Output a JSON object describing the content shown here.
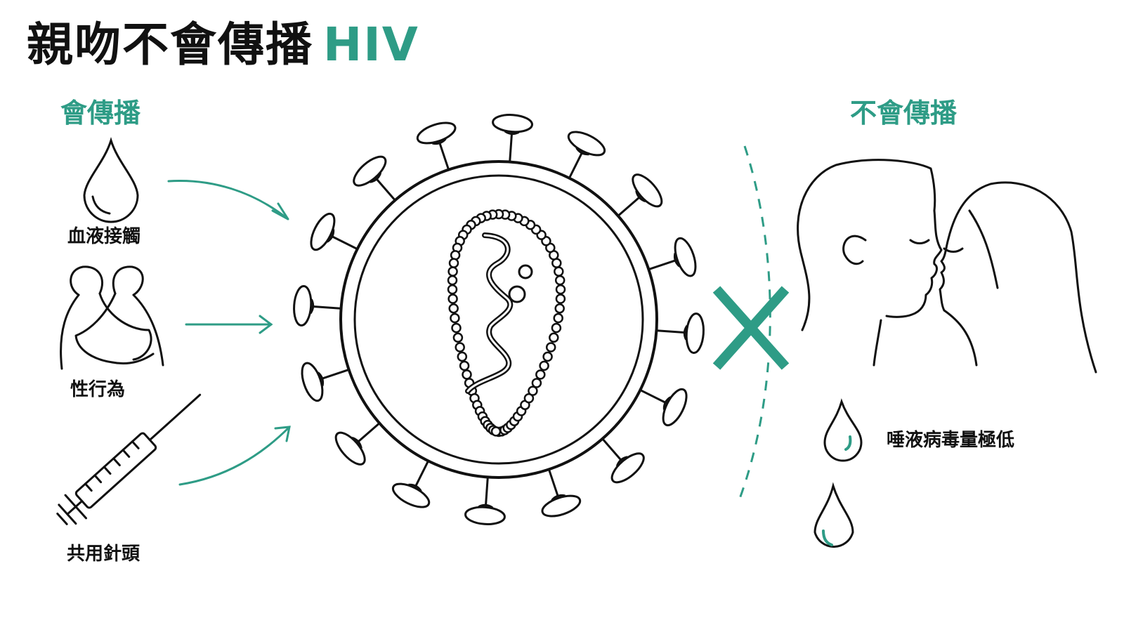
{
  "title": {
    "main": "親吻不會傳播",
    "accent": "HIV"
  },
  "transmits": {
    "heading": "會傳播",
    "items": [
      {
        "label": "血液接觸",
        "icon": "blood-drop-icon"
      },
      {
        "label": "性行為",
        "icon": "embracing-couple-icon"
      },
      {
        "label": "共用針頭",
        "icon": "syringe-icon"
      }
    ]
  },
  "not_transmits": {
    "heading": "不會傳播",
    "saliva_note": "唾液病毒量極低",
    "icons": [
      "kissing-couple-icon",
      "saliva-drop-icon",
      "saliva-drop-icon"
    ]
  },
  "center_icon": "hiv-virus-icon",
  "blocker_icon": "cross-mark-icon",
  "colors": {
    "accent": "#2e9c86",
    "ink": "#111111",
    "background": "#ffffff"
  }
}
